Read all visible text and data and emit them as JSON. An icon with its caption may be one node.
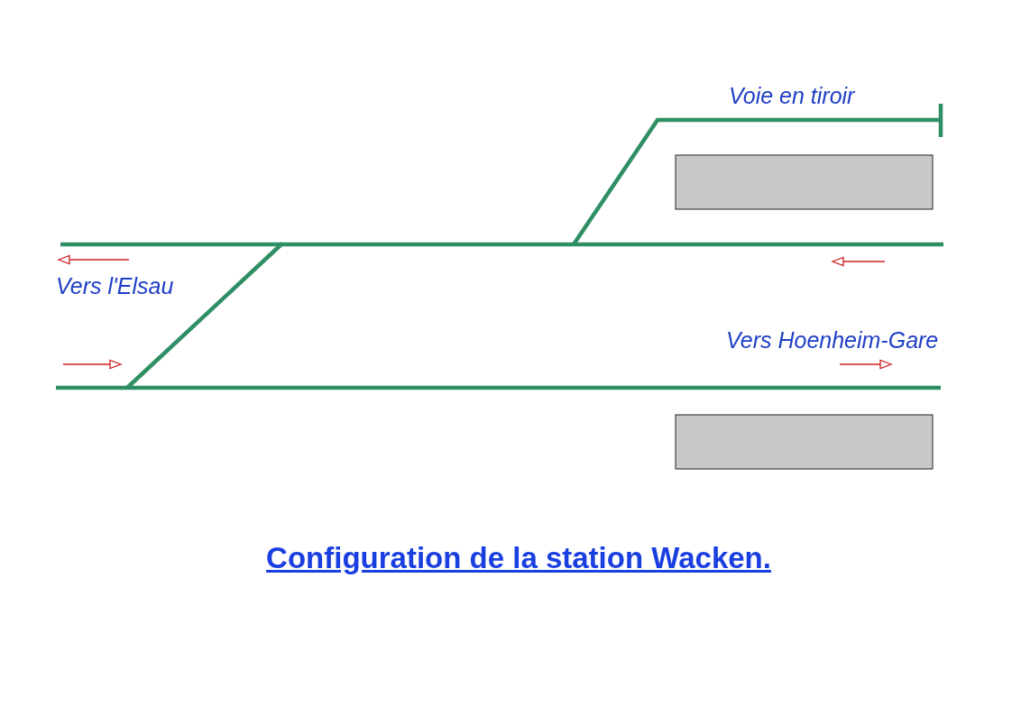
{
  "diagram": {
    "caption": "Configuration de la station Wacken.",
    "labels": [
      "Voie en tiroir",
      "Vers l'Elsau",
      "Vers Hoenheim-Gare"
    ]
  }
}
